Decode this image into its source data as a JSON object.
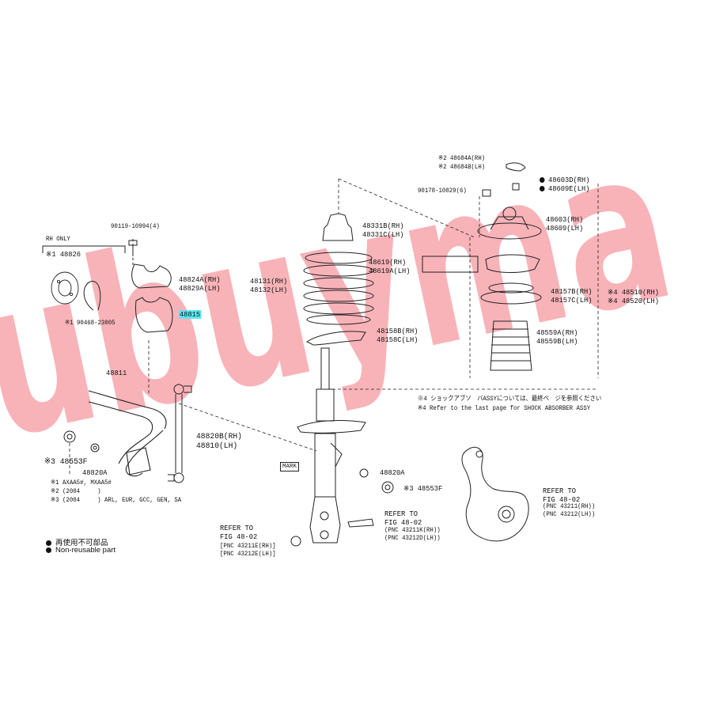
{
  "watermark": {
    "text": "ubuyma",
    "color": "#f7a8ae"
  },
  "parts": {
    "p90119": "90119-10994(4)",
    "rh_only": "RH ONLY",
    "p48826": "※1 48826",
    "p90468": "※1 90468-23005",
    "p48824": "48824A(RH)",
    "p48829": "48829A(LH)",
    "p48815": "48815",
    "p48811": "48811",
    "p48820b": "48820B(RH)",
    "p48810": "48810(LH)",
    "p48553f_left": "※3 48553F",
    "p48820a_left": "48820A",
    "p48331b": "48331B(RH)",
    "p48331c": "48331C(LH)",
    "p48619": "48619(RH)",
    "p48619a": "48619A(LH)",
    "p48131": "48131(RH)",
    "p48132": "48132(LH)",
    "p48158b": "48158B(RH)",
    "p48158c": "48158C(LH)",
    "p48684a": "※2 48684A(RH)",
    "p48684b": "※2 48684B(LH)",
    "p90178": "90178-10029(6)",
    "p48603d": "48603D(RH)",
    "p48609e": "48609E(LH)",
    "p48603": "48603(RH)",
    "p48609": "48609(LH)",
    "p48157b": "48157B(RH)",
    "p48157c": "48157C(LH)",
    "p48510": "※4 48510(RH)",
    "p48520": "※4 48520(LH)",
    "p48559a": "48559A(RH)",
    "p48559b": "48559B(LH)",
    "p48820a_right": "48820A",
    "p48553f_right": "※3 48553F",
    "mark": "MARK"
  },
  "notes": {
    "shock_jp": "※4 ショックアブソ　バASSYについては、最終ペ　ジを参照ください",
    "shock_en": "※4 Refer to the last page for SHOCK ABSORBER ASSY",
    "n1": "※1 AXAA5#, MXAA5#",
    "n2": "※2 (2004　　　)",
    "n3": "※3 (2004　　　) ARL, EUR, GCC, GEN, SA"
  },
  "refs": {
    "ref1": {
      "line1": "REFER TO",
      "line2": "FIG 48-02",
      "line3": "[PNC 43211E(RH)]",
      "line4": "[PNC 43212E(LH)]"
    },
    "ref2": {
      "line1": "REFER TO",
      "line2": "FIG 48-02",
      "line3": "(PNC 43211K(RH))",
      "line4": "(PNC 43212D(LH))"
    },
    "ref3": {
      "line1": "REFER TO",
      "line2": "FIG 48-02",
      "line3": "(PNC 43211(RH))",
      "line4": "(PNC 43212(LH))"
    }
  },
  "legend": {
    "jp": "再使用不可部品",
    "en": "Non-reusable part"
  }
}
